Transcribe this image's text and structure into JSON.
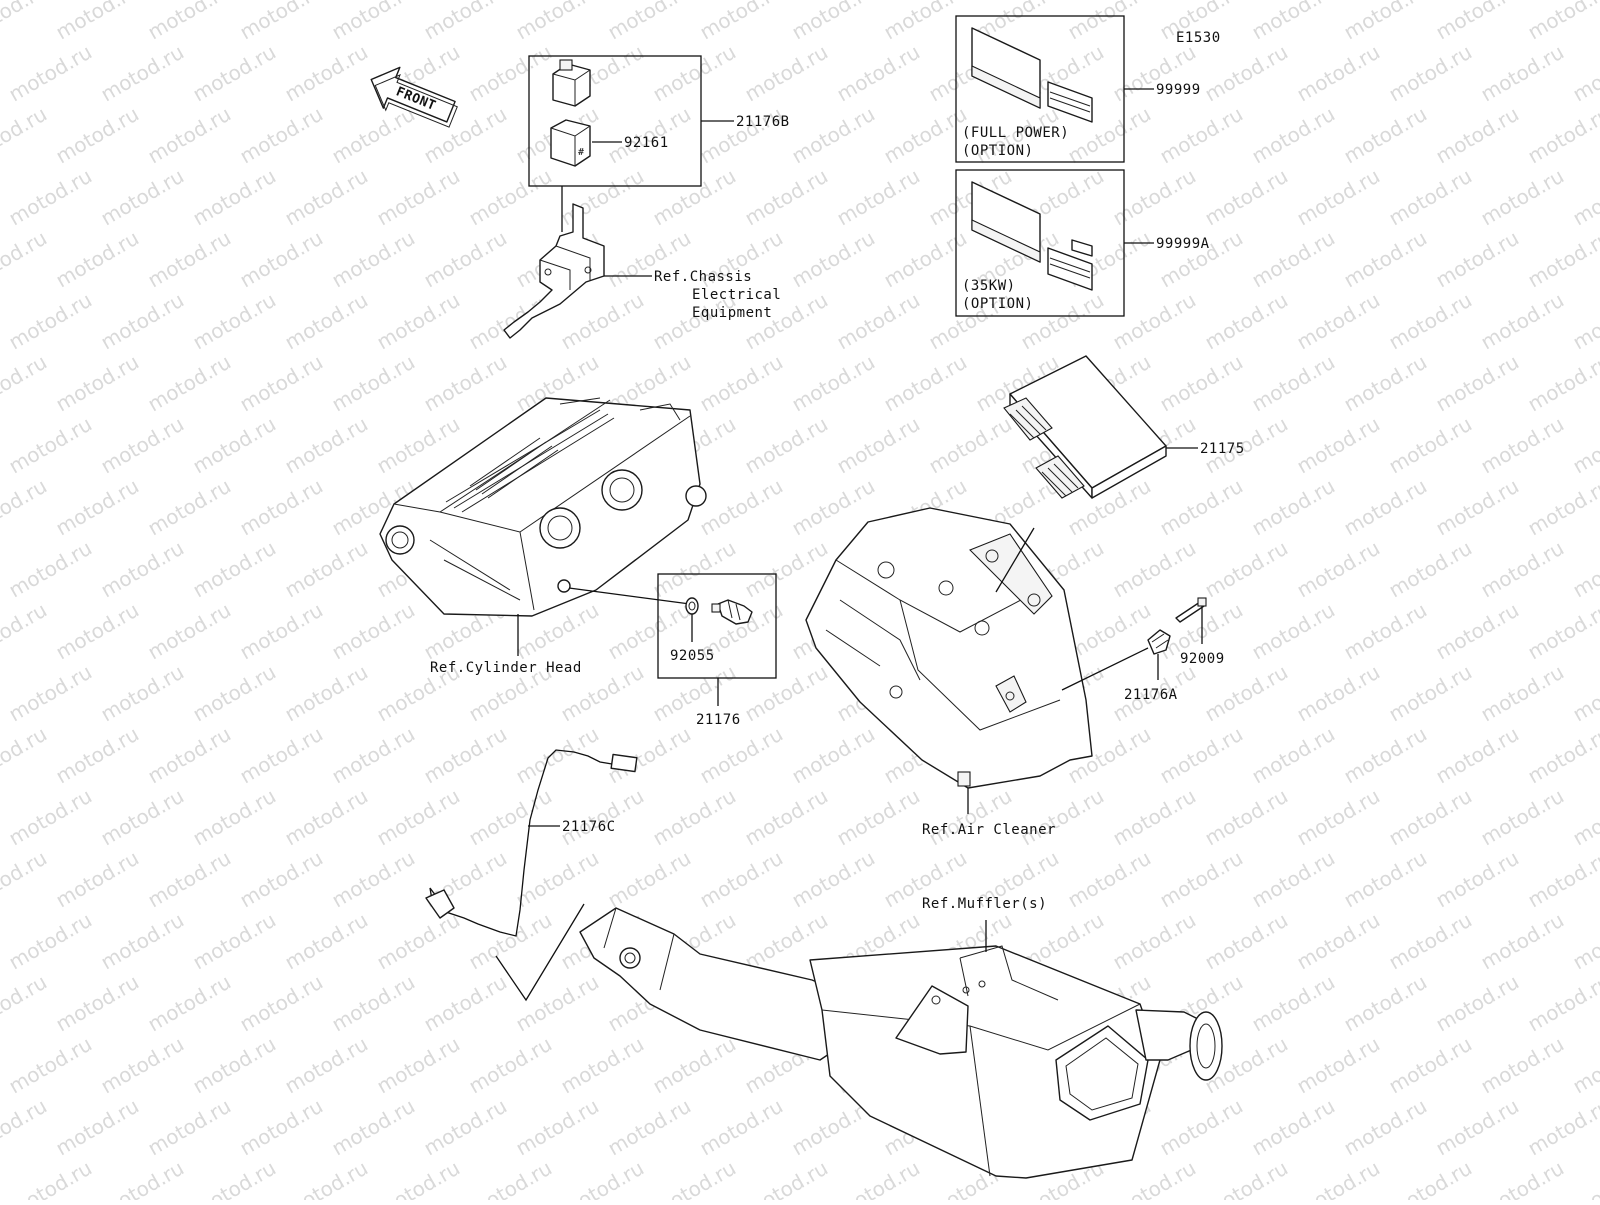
{
  "diagram_code": "E1530",
  "watermark_text": "motod.ru",
  "front_arrow_label": "FRONT",
  "parts": {
    "p21176B": "21176B",
    "p92161": "92161",
    "p99999": "99999",
    "p99999A": "99999A",
    "p21175": "21175",
    "p92055": "92055",
    "p21176": "21176",
    "p92009": "92009",
    "p21176A": "21176A",
    "p21176C": "21176C"
  },
  "options": {
    "full_power_1": "(FULL POWER)",
    "full_power_2": "(OPTION)",
    "kw35_1": "(35KW)",
    "kw35_2": "(OPTION)"
  },
  "refs": {
    "chassis_1": "Ref.Chassis",
    "chassis_2": "Electrical",
    "chassis_3": "Equipment",
    "cylinder_head": "Ref.Cylinder Head",
    "air_cleaner": "Ref.Air Cleaner",
    "muffler": "Ref.Muffler(s)"
  }
}
